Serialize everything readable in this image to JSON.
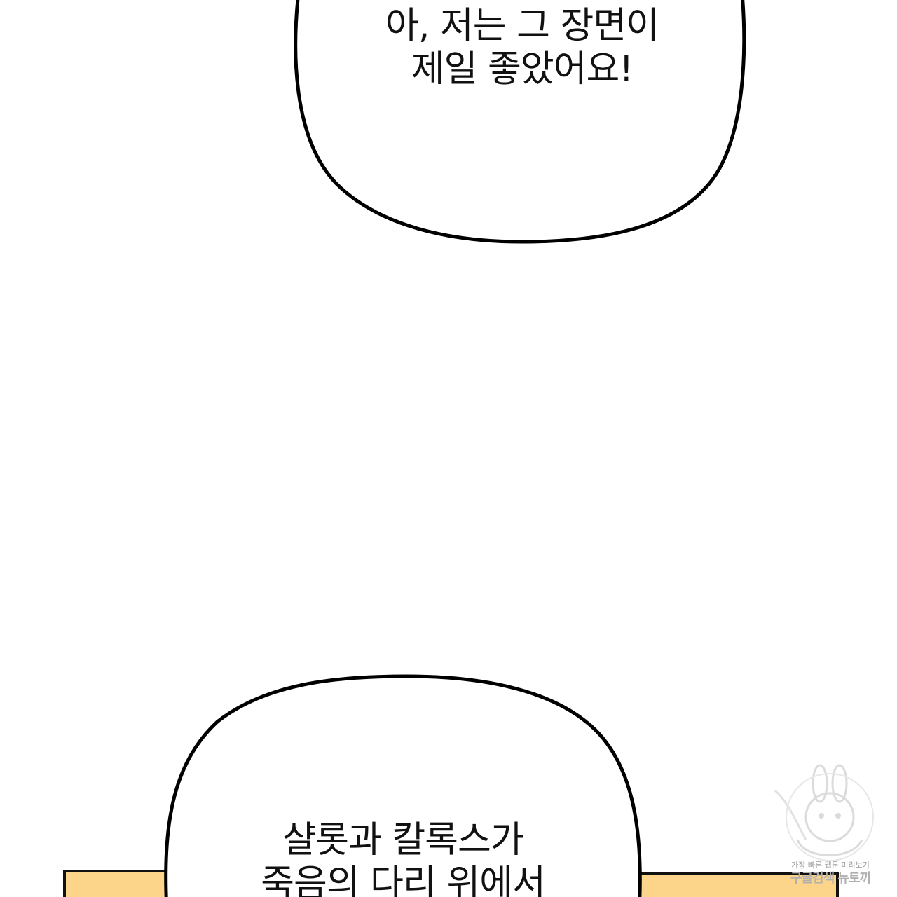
{
  "panel": {
    "background_color": "#ffffff",
    "band_color": "#fdd58a",
    "outline_color": "#000000"
  },
  "bubbles": {
    "top": {
      "lines": [
        "아, 저는 그 장면이",
        "제일 좋았어요!"
      ]
    },
    "bottom": {
      "lines": [
        "샬롯과 칼록스가",
        "죽음의 다리 위에서"
      ]
    }
  },
  "watermark": {
    "icon": "bunny-mascot-icon",
    "tagline": "가장 빠른 웹툰 미리보기",
    "brand": "구글검색 뉴토끼"
  }
}
